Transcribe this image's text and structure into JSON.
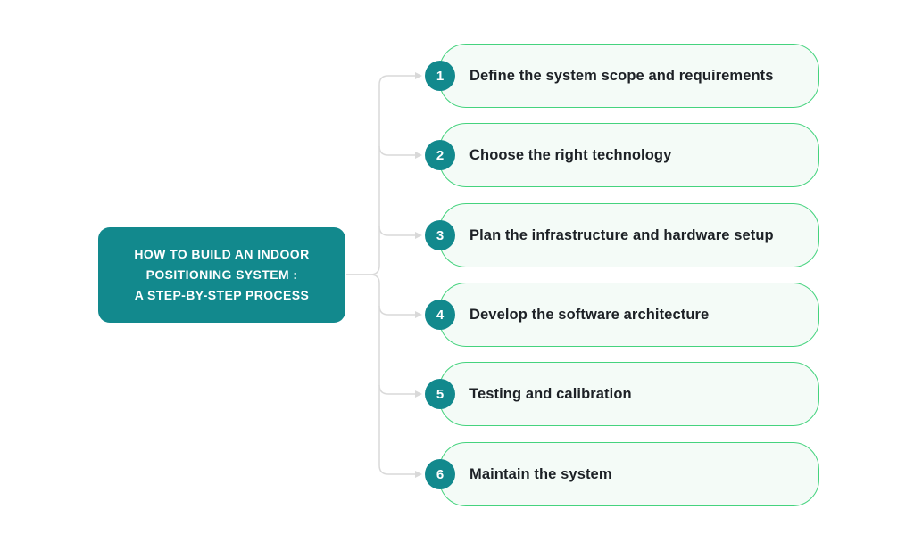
{
  "diagram": {
    "root": {
      "title": "HOW TO BUILD AN INDOOR POSITIONING SYSTEM : A STEP-BY-STEP PROCESS",
      "title_lines": {
        "line1": "HOW TO BUILD AN INDOOR",
        "line2": "POSITIONING SYSTEM :",
        "line3": "A STEP-BY-STEP PROCESS"
      }
    },
    "steps": [
      {
        "number": "1",
        "label": "Define the system scope and requirements"
      },
      {
        "number": "2",
        "label": "Choose the right technology"
      },
      {
        "number": "3",
        "label": "Plan the infrastructure and hardware setup"
      },
      {
        "number": "4",
        "label": "Develop the software architecture"
      },
      {
        "number": "5",
        "label": "Testing and calibration"
      },
      {
        "number": "6",
        "label": "Maintain the system"
      }
    ]
  },
  "colors": {
    "teal": "#12898d",
    "step_border": "#45d37e",
    "step_fill": "#f4fbf7",
    "label_text": "#1d2126",
    "connector": "#d9d9d9",
    "title_text": "#ffffff",
    "page_bg": "#ffffff"
  }
}
